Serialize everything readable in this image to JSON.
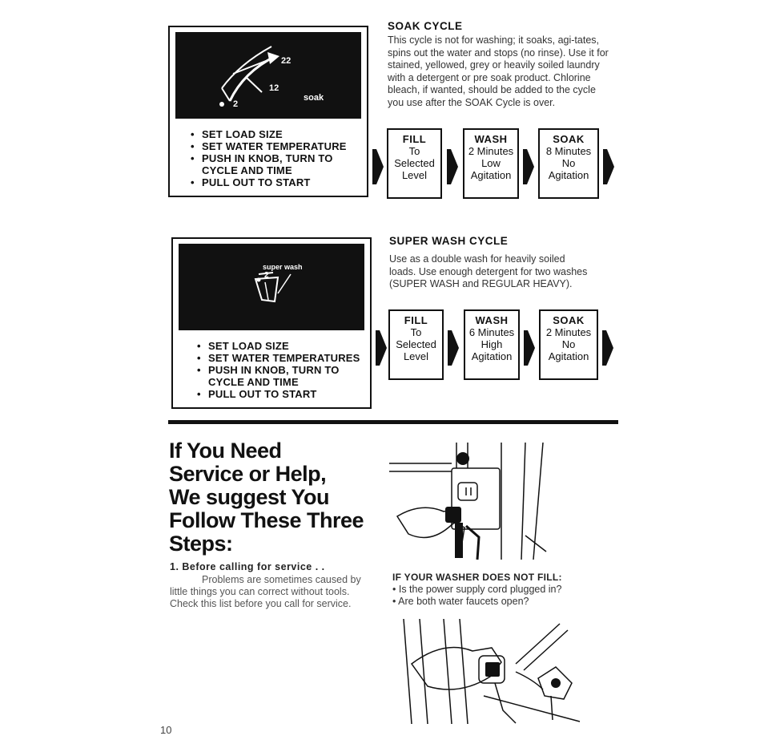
{
  "soak_panel": {
    "dial": {
      "num_22": "22",
      "num_12": "12",
      "num_2": "2",
      "label": "soak"
    },
    "steps": [
      "SET LOAD SIZE",
      "SET WATER TEMPERATURE",
      "PUSH IN KNOB, TURN TO",
      "CYCLE AND TIME",
      "PULL OUT TO START"
    ]
  },
  "soak_cycle": {
    "title": "SOAK CYCLE",
    "description": "This cycle is not for washing; it soaks, agi-tates, spins out the water and stops (no rinse). Use it for stained, yellowed, grey or heavily soiled laundry with a detergent or pre soak product. Chlorine bleach, if wanted, should be added to the cycle you use after the SOAK Cycle is over.",
    "boxes": [
      {
        "title": "FILL",
        "lines": [
          "To",
          "Selected",
          "Level"
        ]
      },
      {
        "title": "WASH",
        "lines": [
          "2 Minutes",
          "Low",
          "Agitation"
        ]
      },
      {
        "title": "SOAK",
        "lines": [
          "8 Minutes",
          "No",
          "Agitation"
        ]
      }
    ]
  },
  "super_panel": {
    "dial": {
      "label": "super wash",
      "num_2": "2"
    },
    "steps": [
      "SET LOAD SIZE",
      "SET WATER TEMPERATURES",
      "PUSH IN KNOB, TURN TO",
      "CYCLE AND TIME",
      "PULL OUT TO START"
    ]
  },
  "super_cycle": {
    "title": "SUPER WASH CYCLE",
    "description": "Use as a double wash for heavily soiled loads. Use enough detergent for two washes (SUPER WASH and REGULAR HEAVY).",
    "boxes": [
      {
        "title": "FILL",
        "lines": [
          "To",
          "Selected",
          "Level"
        ]
      },
      {
        "title": "WASH",
        "lines": [
          "6 Minutes",
          "High",
          "Agitation"
        ]
      },
      {
        "title": "SOAK",
        "lines": [
          "2 Minutes",
          "No",
          "Agitation"
        ]
      }
    ]
  },
  "service": {
    "heading_lines": [
      "If You Need",
      "Service or Help,",
      "We suggest You",
      "Follow These Three",
      "Steps:"
    ],
    "step1_title": "1. Before calling for service . .",
    "step1_body": "Problems are sometimes caused by little things you can correct without tools. Check this list before you call for service."
  },
  "not_fill": {
    "title": "IF YOUR WASHER DOES NOT FILL:",
    "items": [
      "Is the power supply cord plugged in?",
      "Are both water faucets open?"
    ]
  },
  "page_number": "10"
}
